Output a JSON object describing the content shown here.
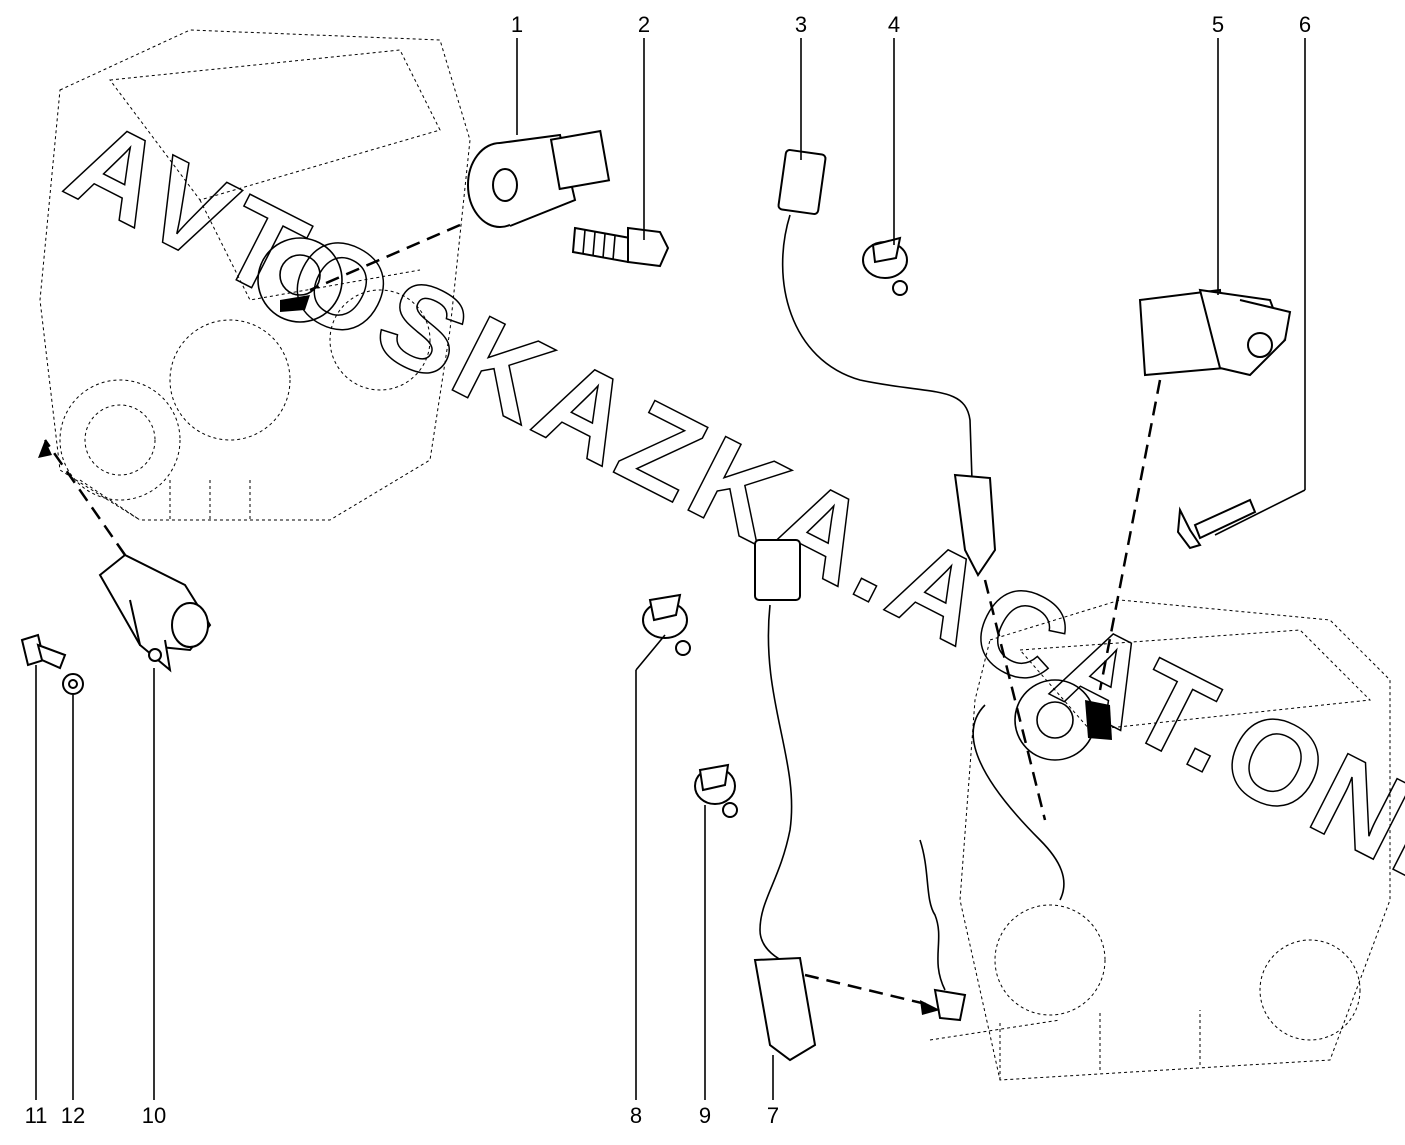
{
  "diagram": {
    "title": "Engine sensors exploded view",
    "watermark": "AVTOSKAZKA.ACAT.ONLINE",
    "callouts": [
      {
        "id": "1",
        "label": "1"
      },
      {
        "id": "2",
        "label": "2"
      },
      {
        "id": "3",
        "label": "3"
      },
      {
        "id": "4",
        "label": "4"
      },
      {
        "id": "5",
        "label": "5"
      },
      {
        "id": "6",
        "label": "6"
      },
      {
        "id": "7",
        "label": "7"
      },
      {
        "id": "8",
        "label": "8"
      },
      {
        "id": "9",
        "label": "9"
      },
      {
        "id": "10",
        "label": "10"
      },
      {
        "id": "11",
        "label": "11"
      },
      {
        "id": "12",
        "label": "12"
      }
    ]
  }
}
